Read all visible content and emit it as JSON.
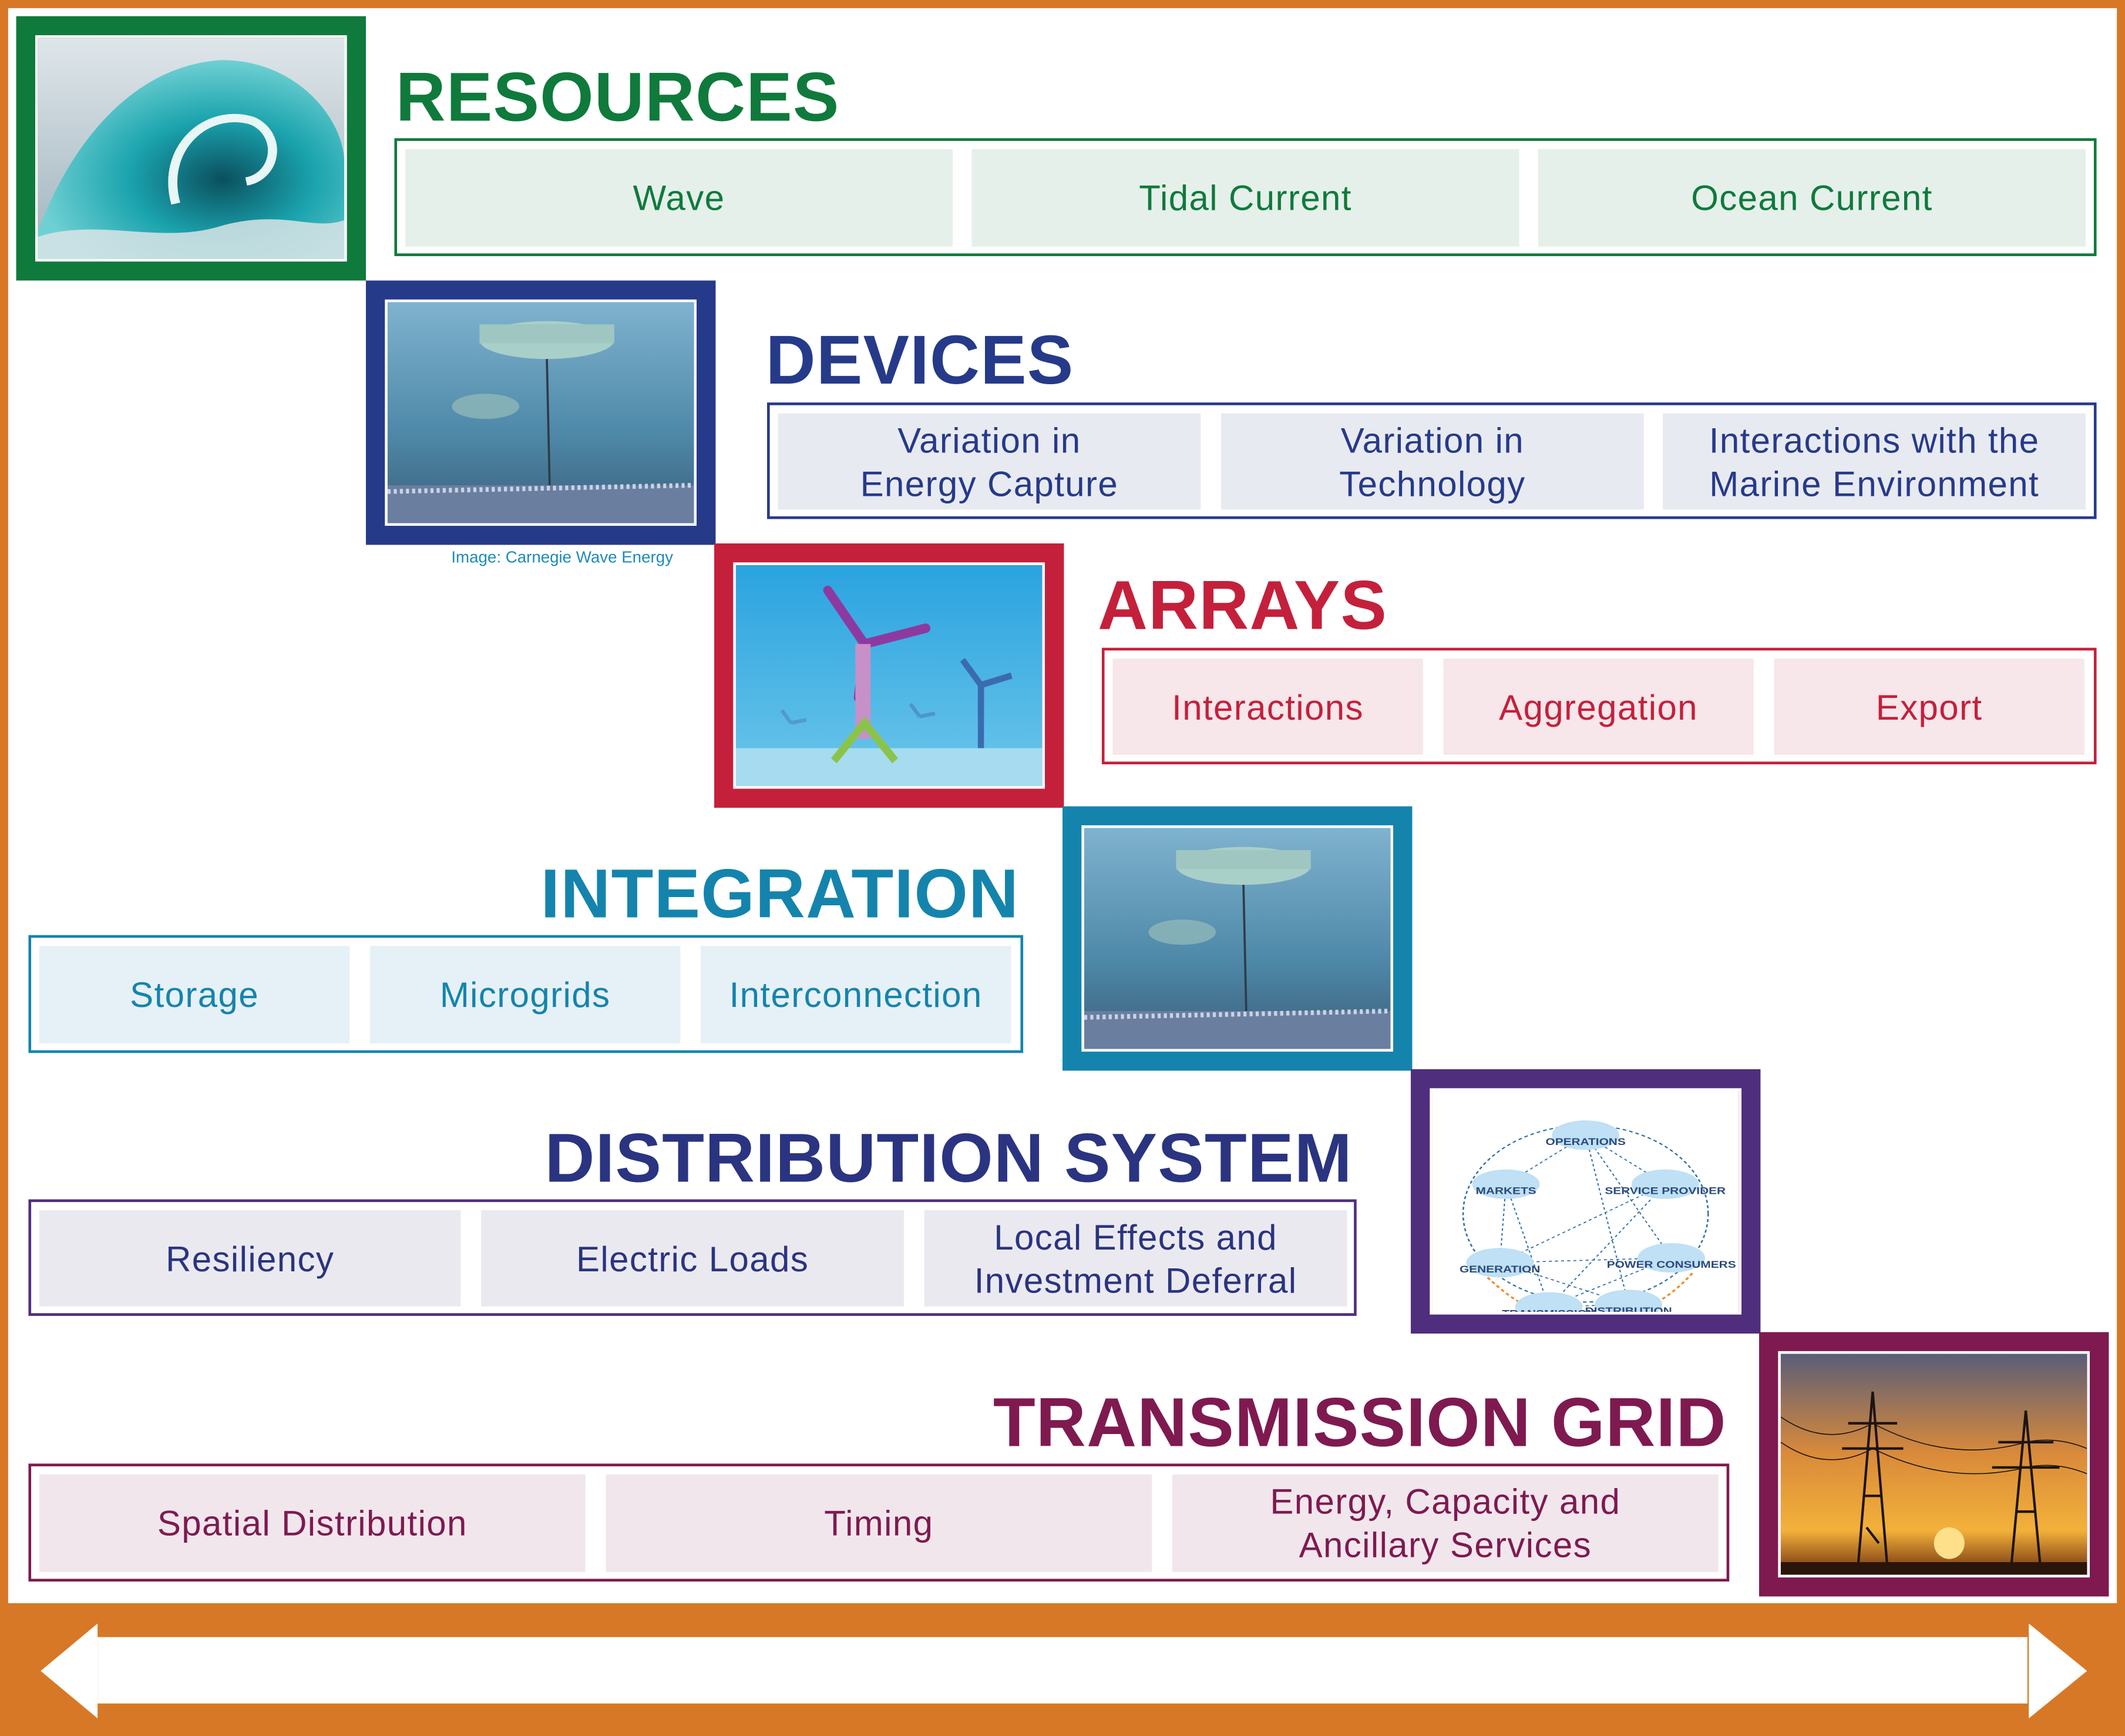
{
  "colors": {
    "border": "#d77827"
  },
  "sections": [
    {
      "id": "resources",
      "title": "RESOURCES",
      "color": "#0f7a3c",
      "cell_bg": "#e5f0ea",
      "image": "breaking-wave-photo",
      "cells": [
        "Wave",
        "Tidal Current",
        "Ocean Current"
      ]
    },
    {
      "id": "devices",
      "title": "DEVICES",
      "color": "#263a8a",
      "cell_bg": "#e8eaf1",
      "image": "underwater-wave-energy-device-photo",
      "cells": [
        "Variation in\nEnergy Capture",
        "Variation in\nTechnology",
        "Interactions with the\nMarine Environment"
      ],
      "caption": "Image: Carnegie Wave Energy"
    },
    {
      "id": "arrays",
      "title": "ARRAYS",
      "color": "#c4203b",
      "cell_bg": "#f7e6ea",
      "image": "tidal-turbine-array-illustration",
      "cells": [
        "Interactions",
        "Aggregation",
        "Export"
      ]
    },
    {
      "id": "integration",
      "title": "INTEGRATION",
      "color": "#1484ad",
      "cell_bg": "#e6f1f7",
      "image": "underwater-wave-energy-device-photo",
      "cells": [
        "Storage",
        "Microgrids",
        "Interconnection"
      ]
    },
    {
      "id": "distribution",
      "title": "DISTRIBUTION SYSTEM",
      "color": "#2a3480",
      "frame_color": "#4f2e7e",
      "box_color": "#4f2e7e",
      "cell_bg": "#ebe9f0",
      "image": "power-network-diagram",
      "cells": [
        "Resiliency",
        "Electric Loads",
        "Local Effects and\nInvestment Deferral"
      ],
      "image_labels": [
        "MARKETS",
        "OPERATIONS",
        "SERVICE PROVIDER",
        "GENERATION",
        "POWER CONSUMERS",
        "TRANSMISSION",
        "DISTRIBUTION"
      ]
    },
    {
      "id": "transmission",
      "title": "TRANSMISSION GRID",
      "color": "#7e1a50",
      "cell_bg": "#f2e6ed",
      "image": "transmission-towers-sunset-photo",
      "cells": [
        "Spatial Distribution",
        "Timing",
        "Energy, Capacity and\nAncillary Services"
      ]
    }
  ],
  "bottom_arrow": {
    "direction": "bidirectional"
  }
}
